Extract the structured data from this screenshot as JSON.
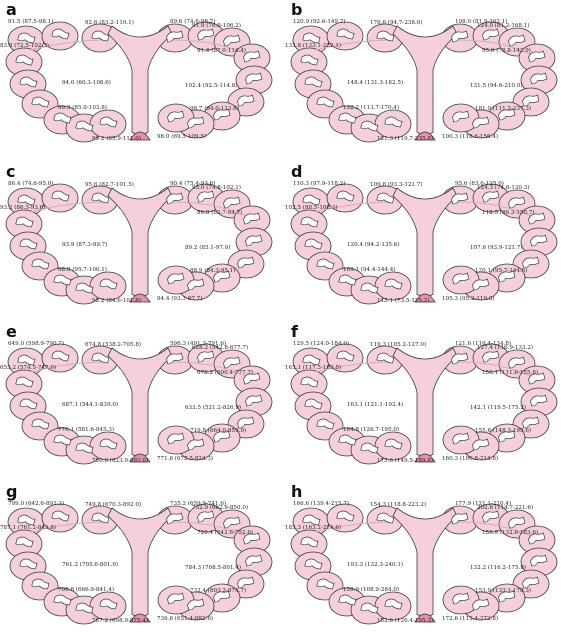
{
  "colors": {
    "tissue_fill": "#f6cfdc",
    "tissue_stroke": "#3a3a3a",
    "tooth_fill": "#ffffff",
    "cervix_fill": "#ea8fa6"
  },
  "panels": [
    {
      "letter": "a",
      "labels": [
        "91.5 (87.5-98.1)",
        "92.6 (83.2-110.1)",
        "89.6 (74.6-98.7)",
        "91.9 (76.9-106.2)",
        "83.8 (72.5-102.3)",
        "91.4 (87.0-114.4)",
        "94.0 (60.3-108.6)",
        "102.4 (92.5-114.8)",
        "99.9 (85.0-103.8)",
        "98.7 (94.0-113.6)",
        "89.2 (85.9-111.0)",
        "98.0 (69.5-109.5)"
      ]
    },
    {
      "letter": "b",
      "labels": [
        "120.9 (92.6-149.7)",
        "176.6 (94.7-238.0)",
        "108.0 (81.9-162.1)",
        "124.0 (81.2-168.1)",
        "133.8 (133.1-232.1)",
        "95.6 (78.8-142.9)",
        "148.4 (131.3-182.5)",
        "131.5 (94.6-210.0)",
        "132.2 (113.7-170.4)",
        "181.9 (111.2-237.3)",
        "121.3 (119.7-235.8)",
        "100.3 (118.6-156.4)"
      ]
    },
    {
      "letter": "c",
      "labels": [
        "86.4 (74.6-95.0)",
        "95.6 (82.7-101.5)",
        "90.4 (75.4-93.6)",
        "93.0 (74.8-102.1)",
        "93.2 (86.3-93.6)",
        "89.8 (82.7-94.7)",
        "93.9 (87.3-99.7)",
        "89.2 (85.1-97.0)",
        "98.0 (95.7-100.1)",
        "88.9 (84.3-95.1)",
        "95.2 (84.6-101.8)",
        "94.4 (93.3-97.7)"
      ]
    },
    {
      "letter": "d",
      "labels": [
        "110.3 (97.9-118.2)",
        "109.8 (93.3-121.7)",
        "95.6 (83.6-125.0)",
        "124.3 (74.6-130.3)",
        "102.5 (88.5-108.3)",
        "118.5 (86.3-150.7)",
        "120.4 (94.2-135.6)",
        "107.6 (93.9-121.7)",
        "109.1 (94.4-144.4)",
        "120.1 (95.7-144.6)",
        "115.1 (73.5-125.2)",
        "105.3 (95.2-119.8)"
      ]
    },
    {
      "letter": "e",
      "labels": [
        "649.0 (598.9-790.7)",
        "674.8 (538.2-705.8)",
        "596.3 (491.3-791.6)",
        "628.2 (542.8-677.7)",
        "653.2 (574.5-747.0)",
        "678.2 (600.4-777.7)",
        "687.1 (544.1-839.0)",
        "633.5 (521.2-826.9)",
        "770.1 (581.6-845.3)",
        "719.8 (664.0-859.9)",
        "780.0 (623.9-892.0)",
        "771.6 (678.5-824.3)"
      ]
    },
    {
      "letter": "f",
      "labels": [
        "129.5 (124.0-184.0)",
        "119.3 (105.2-127.0)",
        "121.6 (116.4-134.8)",
        "127.4 (116.9-133.2)",
        "163.1 (117.3-199.5)",
        "150.1 (111.6-155.8)",
        "163.1 (121.1-192.4)",
        "142.1 (119.5-175.2)",
        "164.8 (126.7-195.0)",
        "155.6 (148.3-195.6)",
        "175.6 (149.5-189.8)",
        "160.3 (106.8-214.8)"
      ]
    },
    {
      "letter": "g",
      "labels": [
        "799.0 (642.6-892.3)",
        "749.8 (670.3-892.0)",
        "735.2 (659.9-741.6)",
        "732.9 (662.9-850.0)",
        "787.1 (761.2-849.8)",
        "720.4 (642.6-752.6)",
        "761.2 (705.6-801.9)",
        "784.3 (708.5-801.4)",
        "706.8 (666.9-841.4)",
        "732.4 (603.2-874.7)",
        "767.2 (698.9-875.4)",
        "736.6 (651.4-882.6)"
      ]
    },
    {
      "letter": "h",
      "labels": [
        "166.6 (139.4-215.7)",
        "154.3 (118.8-223.2)",
        "177.9 (121.1-220.4)",
        "202.6 (114.7-221.6)",
        "183.3 (163.2-274.6)",
        "155.9 (132.6-183.6)",
        "193.3 (132.3-240.1)",
        "132.2 (116.2-175.8)",
        "159.9 (108.9-284.0)",
        "153.9 (133.1-178.3)",
        "152.6 (126.4-195.3)",
        "172.6 (113.4-272.8)"
      ]
    }
  ]
}
